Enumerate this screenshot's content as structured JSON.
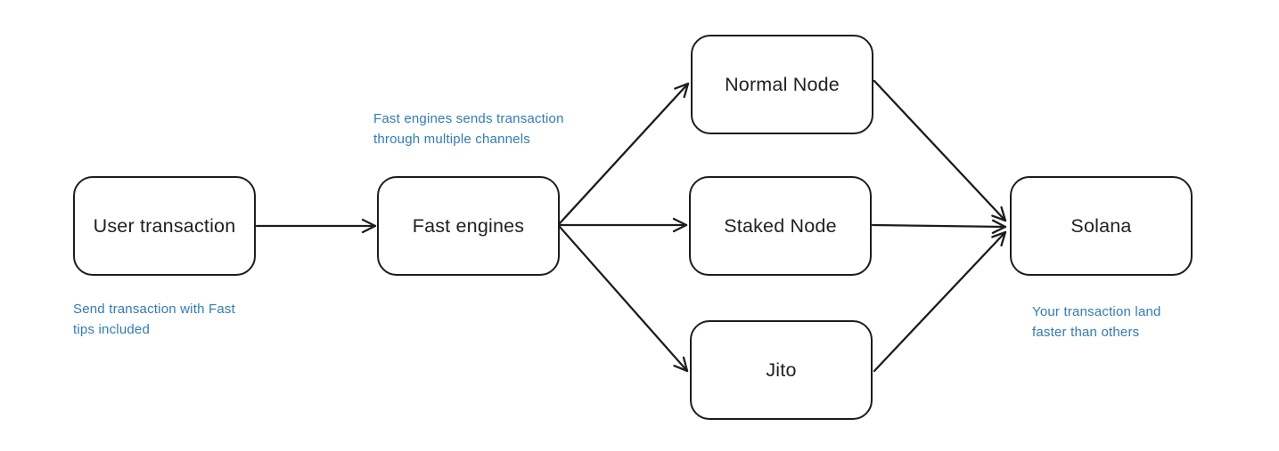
{
  "diagram": {
    "nodes": {
      "user": {
        "label": "User transaction"
      },
      "fast": {
        "label": "Fast engines"
      },
      "normal": {
        "label": "Normal Node"
      },
      "staked": {
        "label": "Staked Node"
      },
      "jito": {
        "label": "Jito"
      },
      "solana": {
        "label": "Solana"
      }
    },
    "annotations": {
      "user_note": [
        "Send transaction with Fast",
        "tips included"
      ],
      "fast_note": [
        "Fast engines sends transaction",
        "through multiple channels"
      ],
      "solana_note": [
        "Your transaction land",
        "faster than others"
      ]
    },
    "edges": [
      {
        "name": "user-to-fast"
      },
      {
        "name": "fast-to-normal-node"
      },
      {
        "name": "fast-to-staked-node"
      },
      {
        "name": "fast-to-jito"
      },
      {
        "name": "normal-node-to-solana"
      },
      {
        "name": "staked-node-to-solana"
      },
      {
        "name": "jito-to-solana"
      }
    ],
    "colors": {
      "annotation_blue": "#2e7bc0",
      "stroke_dark": "#1d1d1f",
      "background": "#ffffff"
    }
  }
}
